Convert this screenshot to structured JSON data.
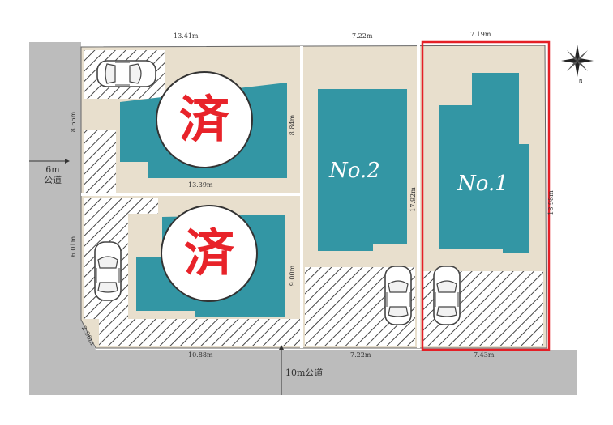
{
  "roads": {
    "west": {
      "line1": "6m",
      "line2": "公道"
    },
    "south": {
      "label": "10m公道"
    }
  },
  "lots": {
    "no1": {
      "name": "No.1",
      "highlighted": true
    },
    "no2": {
      "name": "No.2"
    },
    "sold_top": {
      "mark": "済"
    },
    "sold_bottom": {
      "mark": "済"
    }
  },
  "dimensions": {
    "top_left_width": "13.41m",
    "top_mid_width": "7.22m",
    "top_right_width": "7.19m",
    "left_top_height": "8.66m",
    "sold_top_inner_width": "13.39m",
    "sold_top_height": "8.84m",
    "left_bottom_height": "6.01m",
    "sold_bottom_height": "9.00m",
    "no2_height": "17.92m",
    "no1_height": "18.98m",
    "corner_cut": "2.96m",
    "bottom_left_width": "10.88m",
    "bottom_mid_width": "7.22m",
    "bottom_right_width": "7.43m"
  },
  "colors": {
    "building": "#3396a4",
    "lot_fill": "#e8dfcd",
    "road": "#bcbcbc",
    "highlight": "#e41f26",
    "sold_mark": "#e8232a"
  },
  "icons": [
    "compass-icon",
    "car-icon"
  ]
}
